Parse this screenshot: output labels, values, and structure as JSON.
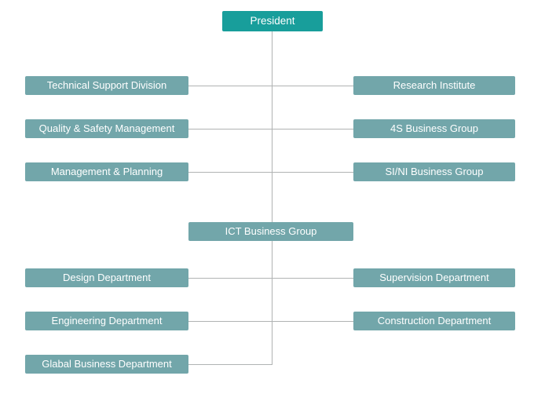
{
  "org": {
    "president": "President",
    "ict": "ICT Business Group",
    "rows": [
      {
        "left": "Technical Support Division",
        "right": "Research Institute"
      },
      {
        "left": "Quality & Safety Management",
        "right": "4S Business Group"
      },
      {
        "left": "Management & Planning",
        "right": "SI/NI Business Group"
      },
      {
        "left": "Design Department",
        "right": "Supervision Department"
      },
      {
        "left": "Engineering Department",
        "right": "Construction Department"
      },
      {
        "left": "Glabal Business Department",
        "right": null
      }
    ]
  },
  "colors": {
    "president_box": "#189e9b",
    "node_box": "#72a6aa",
    "shadow_tab": "#c6c6c6",
    "connector_line": "#b0b3b3",
    "text": "#ffffff",
    "background": "#ffffff"
  }
}
